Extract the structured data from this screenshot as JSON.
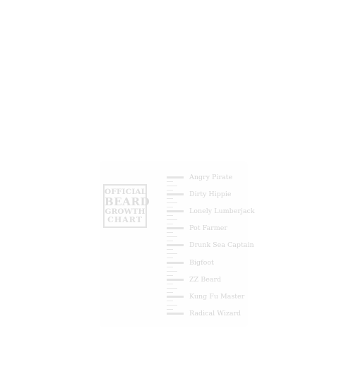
{
  "logo": {
    "line1": "OFFICIAL",
    "line2": "BEARD",
    "line3": "GROWTH",
    "line4": "CHART"
  },
  "levels": [
    "Angry Pirate",
    "Dirty Hippie",
    "Lonely Lumberjack",
    "Pot Farmer",
    "Drunk Sea Captain",
    "Bigfoot",
    "ZZ Beard",
    "Kung Fu Master",
    "Radical Wizard"
  ]
}
